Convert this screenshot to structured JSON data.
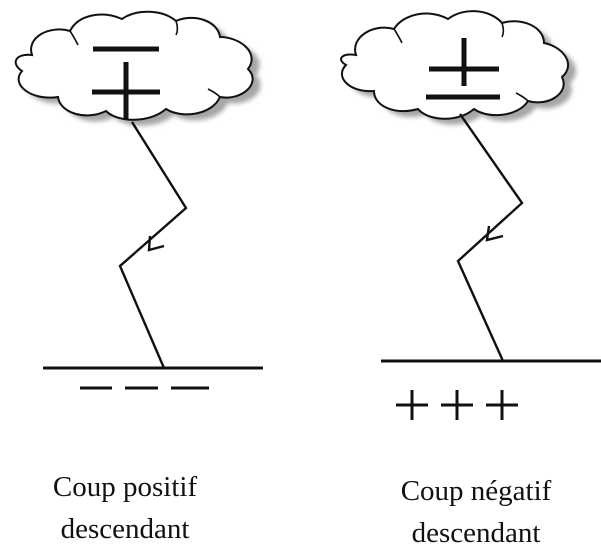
{
  "colors": {
    "ink": "#111111",
    "cloud_shadow": "#a6a6a6",
    "background": "#ffffff"
  },
  "panels": [
    {
      "id": "positive",
      "cloud_charges": [
        "−",
        "+"
      ],
      "ground_charges": "− − −",
      "caption_line1": "Coup positif",
      "caption_line2": "descendant"
    },
    {
      "id": "negative",
      "cloud_charges": [
        "+",
        "−"
      ],
      "ground_charges": "+++",
      "caption_line1": "Coup négatif",
      "caption_line2": "descendant"
    }
  ]
}
